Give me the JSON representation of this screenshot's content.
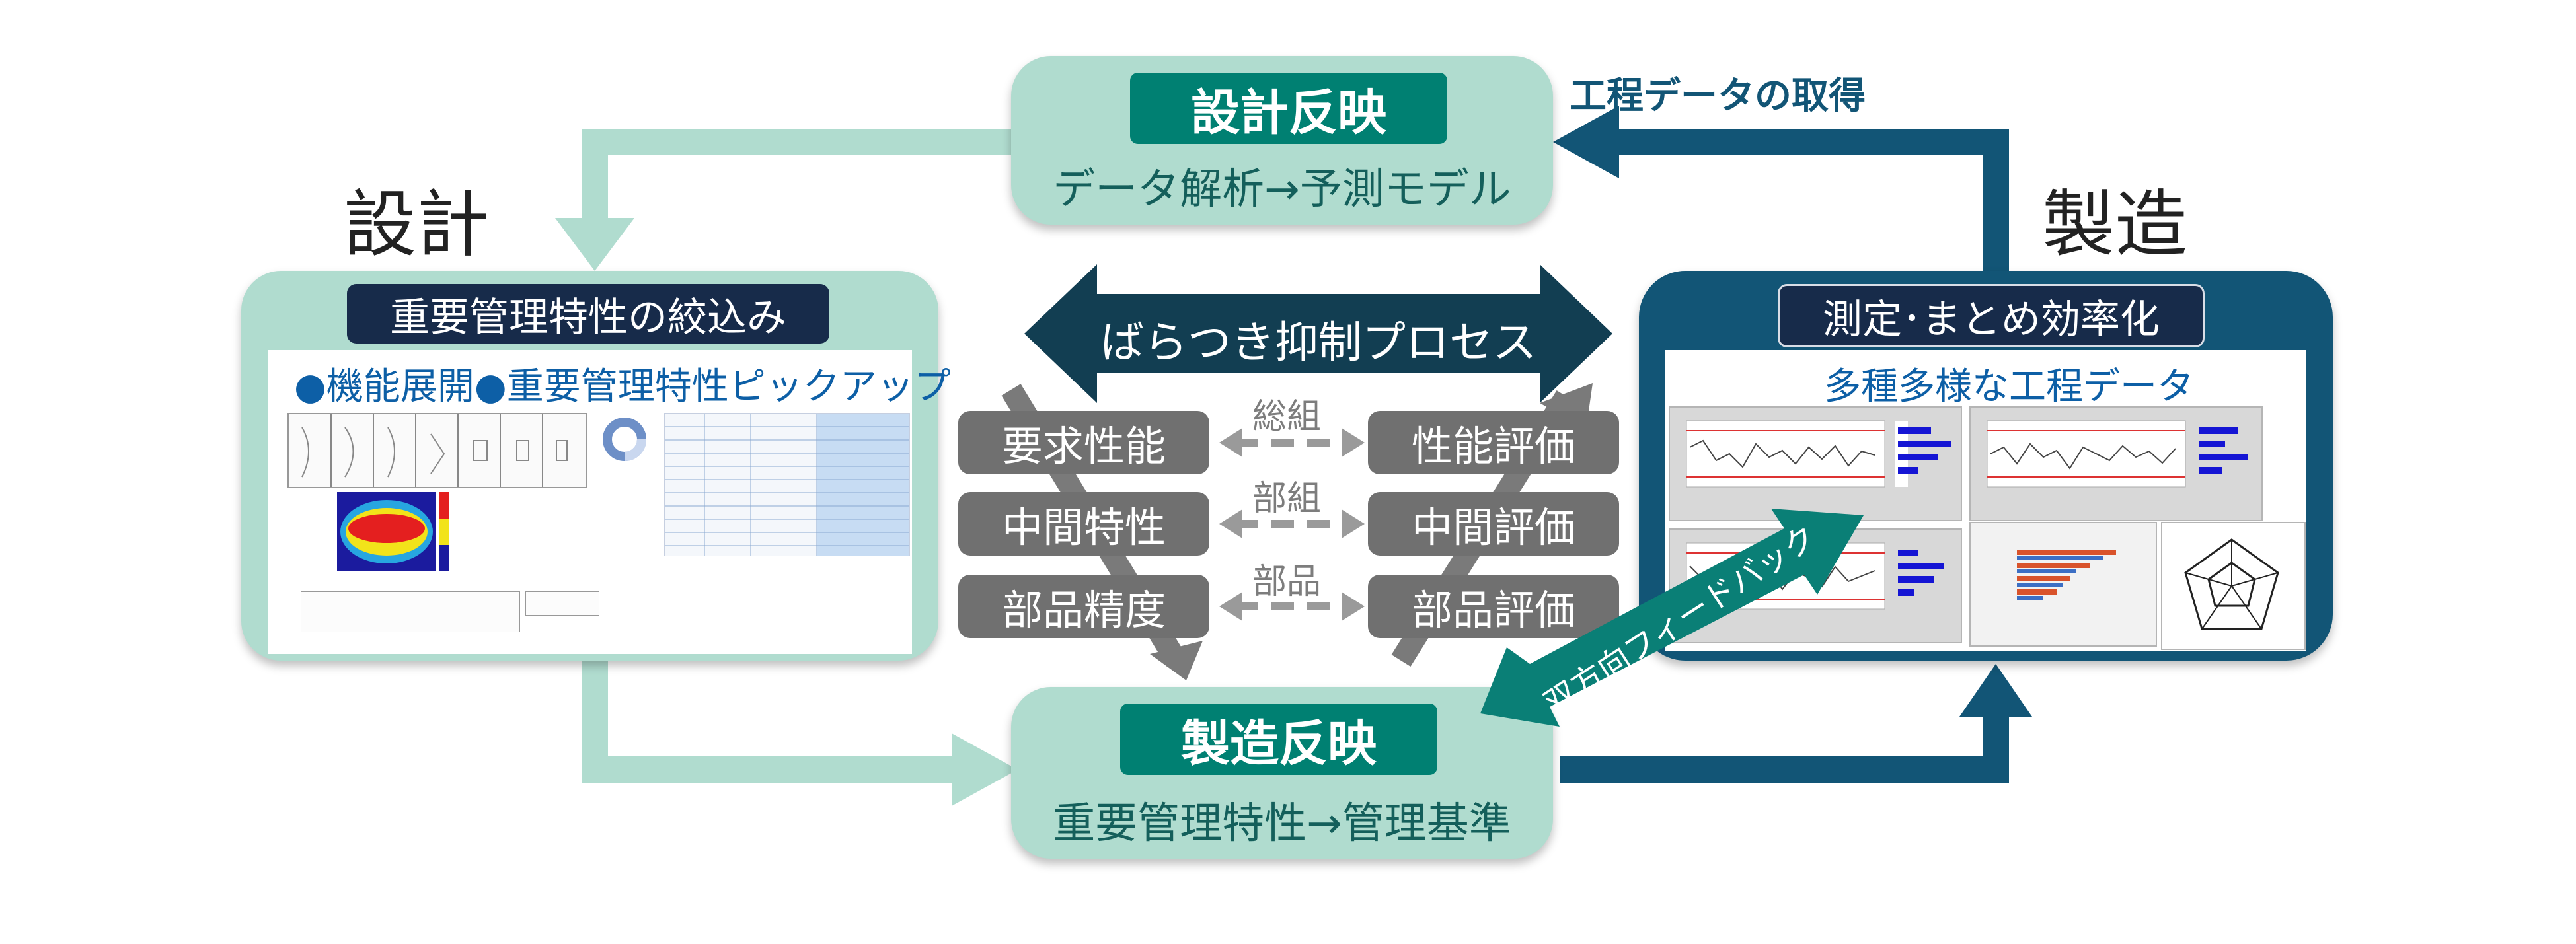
{
  "labels": {
    "design": "設計",
    "manufacturing": "製造",
    "process_data": "工程データの取得"
  },
  "top_box": {
    "tag": "設計反映",
    "text": "データ解析→予測モデル"
  },
  "bottom_box": {
    "tag": "製造反映",
    "text": "重要管理特性→管理基準"
  },
  "left_panel": {
    "tag": "重要管理特性の絞込み",
    "heading": "●機能展開●重要管理特性ピックアップ"
  },
  "right_panel": {
    "tag": "測定･まとめ効率化",
    "heading": "多種多様な工程データ"
  },
  "center_arrow": "ばらつき抑制プロセス",
  "feedback_arrow": "双方向フィードバック",
  "rows": [
    {
      "left": "要求性能",
      "middle": "総組",
      "right": "性能評価"
    },
    {
      "left": "中間特性",
      "middle": "部組",
      "right": "中間評価"
    },
    {
      "left": "部品精度",
      "middle": "部品",
      "right": "部品評価"
    }
  ],
  "colors": {
    "mint": "#b0dccf",
    "teal_tag": "#008072",
    "navy": "#125576",
    "dark_arrow": "#123e52",
    "gray_box": "#707070"
  }
}
